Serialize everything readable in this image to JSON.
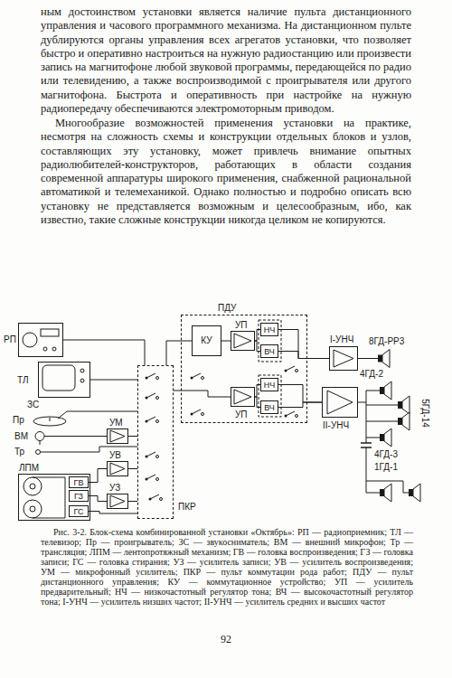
{
  "diagram": {
    "caption": "Рис. 3-2. Блок-схема комбинированной установки «Октябрь»: РП — радиоприемник; ТЛ — телевизор; Пр — проигрыватель; ЗС — звукосниматель; ВМ — внешний микрофон; Тр — трансляция; ЛПМ — лентопротяжный механизм; ГВ — головка воспроизведения; ГЗ — головка записи; ГС — головка стирания; УЗ — усилитель записи; УВ — усилитель воспроизведения; УМ — микрофонный усилитель; ПКР — пульт коммутации рода работ; ПДУ — пульт дистанционного управления; КУ — коммутационное устройство; УП — усилитель предварительный; НЧ — низкочастотный регулятор тона; ВЧ — высокочастотный регулятор тона; I-УНЧ — усилитель низших частот; II-УНЧ — усилитель средних и высших частот",
    "nodes": [
      {
        "text": [
          "РП"
        ]
      },
      {
        "text": [
          "ТЛ"
        ]
      },
      {
        "text": [
          "ПДУ"
        ]
      },
      {
        "text": [
          "КУ"
        ],
        "in": 2
      },
      {
        "text": [
          "УП"
        ],
        "in": 2
      },
      {
        "text": [
          "НЧ"
        ],
        "in": 2
      },
      {
        "text": [
          "ВЧ"
        ],
        "in": 2
      },
      {
        "text": [
          "УП"
        ],
        "in": 2
      },
      {
        "text": [
          "НЧ"
        ],
        "in": 2
      },
      {
        "text": [
          "ВЧ"
        ],
        "in": 2
      },
      {
        "text": [
          "I-УНЧ"
        ]
      },
      {
        "text": [
          "II-УНЧ"
        ]
      },
      {
        "text": [
          "УМ"
        ]
      },
      {
        "text": [
          "УВ"
        ]
      },
      {
        "text": [
          "УЗ"
        ]
      },
      {
        "text": [
          "ПКР"
        ]
      },
      {
        "text": [
          "ЛПМ"
        ]
      },
      {
        "text": [
          "ГВ"
        ],
        "in": 16
      },
      {
        "text": [
          "ГЗ"
        ],
        "in": 16
      },
      {
        "text": [
          "ГС"
        ],
        "in": 16
      }
    ],
    "edges": [
      {
        "from": 0,
        "to": 15,
        "arrow": "none"
      },
      {
        "from": 1,
        "to": 15,
        "arrow": "none"
      },
      {
        "from": 12,
        "to": 15,
        "arrow": "none"
      },
      {
        "from": 13,
        "to": 15,
        "arrow": "none"
      },
      {
        "from": 14,
        "to": 15,
        "arrow": "none"
      },
      {
        "from": 17,
        "to": 13,
        "arrow": "none"
      },
      {
        "from": 18,
        "to": 14,
        "arrow": "none"
      },
      {
        "from": 19,
        "to": 15,
        "arrow": "none"
      },
      {
        "from": 15,
        "to": 3,
        "arrow": "none"
      },
      {
        "from": 15,
        "to": 7,
        "arrow": "none"
      },
      {
        "from": 3,
        "to": 4,
        "arrow": "none"
      },
      {
        "from": 4,
        "to": 5,
        "arrow": "none"
      },
      {
        "from": 4,
        "to": 6,
        "arrow": "none"
      },
      {
        "from": 7,
        "to": 8,
        "arrow": "none"
      },
      {
        "from": 7,
        "to": 9,
        "arrow": "none"
      },
      {
        "from": 5,
        "to": 10,
        "arrow": "none"
      },
      {
        "from": 6,
        "to": 10,
        "arrow": "none"
      },
      {
        "from": 8,
        "to": 11,
        "arrow": "none"
      },
      {
        "from": 9,
        "to": 11,
        "arrow": "none"
      }
    ],
    "labels": [
      "ным достоинством установки является наличие пульта дистанционного управления и часового программного механизма. На дистанционном пульте дублируются органы управления всех агрегатов установки, что позволяет быстро и оперативно настроиться на нужную радиостанцию или произвести запись на магнитофоне любой звуковой программы, передающейся по радио или телевидению, а также воспроизводимой с проигрывателя или другого магнитофона. Быстрота и оперативность при настройке на нужную радиопередачу обеспечиваются электромоторным приводом.",
      "Многообразие возможностей применения установки на практике, несмотря на сложность схемы и конструкции отдельных блоков и узлов, составляющих эту установку, может привлечь внимание опытных радиолюбителей-конструкторов, работающих в области создания современной аппаратуры широкого применения, снабженной рациональной автоматикой и телемеханикой. Однако полностью и подробно описать всю установку не представляется возможным и целесообразным, ибо, как известно, такие сложные конструкции никогда целиком не копируются.",
      "Пр",
      "ЗС",
      "ВМ",
      "Тр",
      "8ГД-РР3",
      "4ГД-2",
      "5ГД-14",
      "4ГД-3",
      "1ГД-1",
      "92"
    ]
  }
}
